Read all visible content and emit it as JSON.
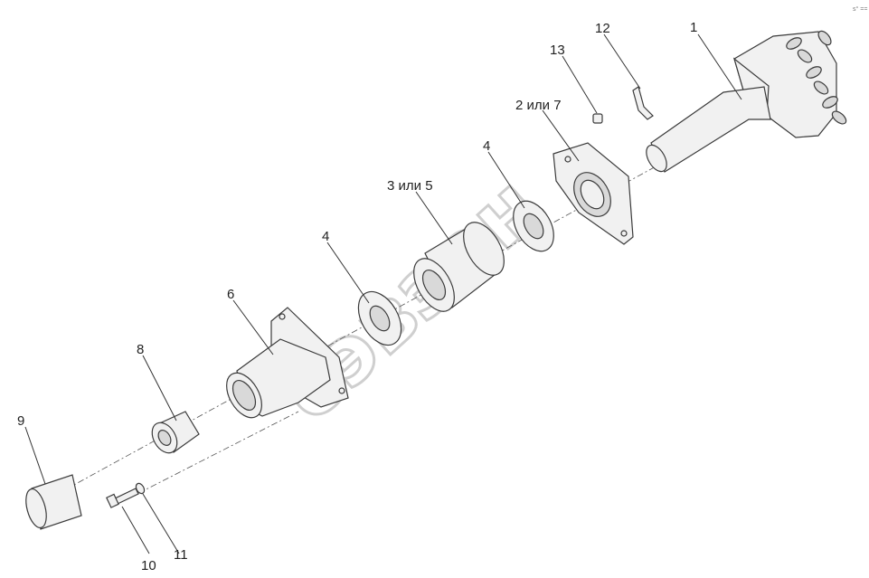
{
  "diagram": {
    "watermark": "сэвзон",
    "corner_mark": "s° ==",
    "callouts": [
      {
        "id": "c1",
        "text": "1"
      },
      {
        "id": "c2",
        "text": "2 или 7"
      },
      {
        "id": "c3",
        "text": "3 или 5"
      },
      {
        "id": "c4a",
        "text": "4"
      },
      {
        "id": "c4b",
        "text": "4"
      },
      {
        "id": "c6",
        "text": "6"
      },
      {
        "id": "c8",
        "text": "8"
      },
      {
        "id": "c9",
        "text": "9"
      },
      {
        "id": "c10",
        "text": "10"
      },
      {
        "id": "c11",
        "text": "11"
      },
      {
        "id": "c12",
        "text": "12"
      },
      {
        "id": "c13",
        "text": "13"
      }
    ]
  }
}
